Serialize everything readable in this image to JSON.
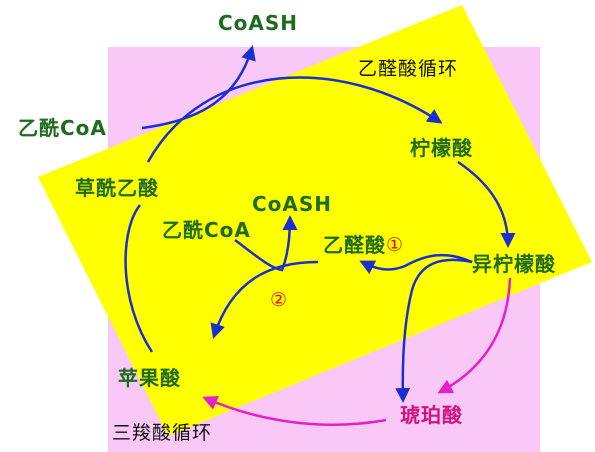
{
  "colors": {
    "pink_region": "#fac8f7",
    "yellow_region": "#ffff00",
    "green_text": "#1f6b1f",
    "magenta": "#e620c8",
    "blue_arrow": "#1a2fd0",
    "marker_red": "#e01010"
  },
  "labels": {
    "coash_top": "CoASH",
    "glyoxylate_cycle": "乙醛酸循环",
    "acetyl_coa_left": "乙酰CoA",
    "citrate": "柠檬酸",
    "oxaloacetate": "草酰乙酸",
    "coash_mid": "CoASH",
    "acetyl_coa_mid": "乙酰CoA",
    "glyoxylate": "乙醛酸",
    "isocitrate": "异柠檬酸",
    "marker_1": "①",
    "marker_2": "②",
    "malate": "苹果酸",
    "succinate": "琥珀酸",
    "tca_cycle": "三羧酸循环"
  }
}
